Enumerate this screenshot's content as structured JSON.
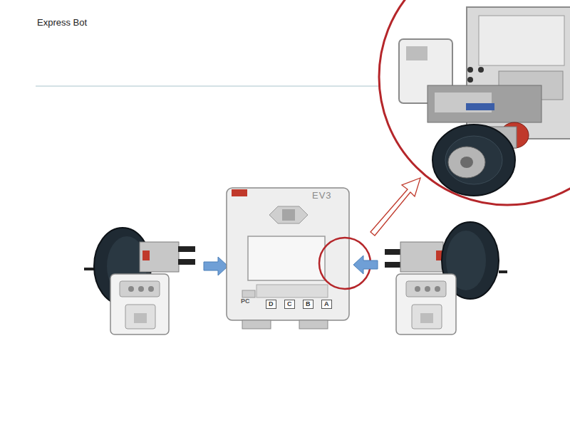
{
  "diagram": {
    "title": "Express Bot",
    "labels": [
      "EV3",
      "PC",
      "D",
      "C",
      "B",
      "A"
    ]
  }
}
